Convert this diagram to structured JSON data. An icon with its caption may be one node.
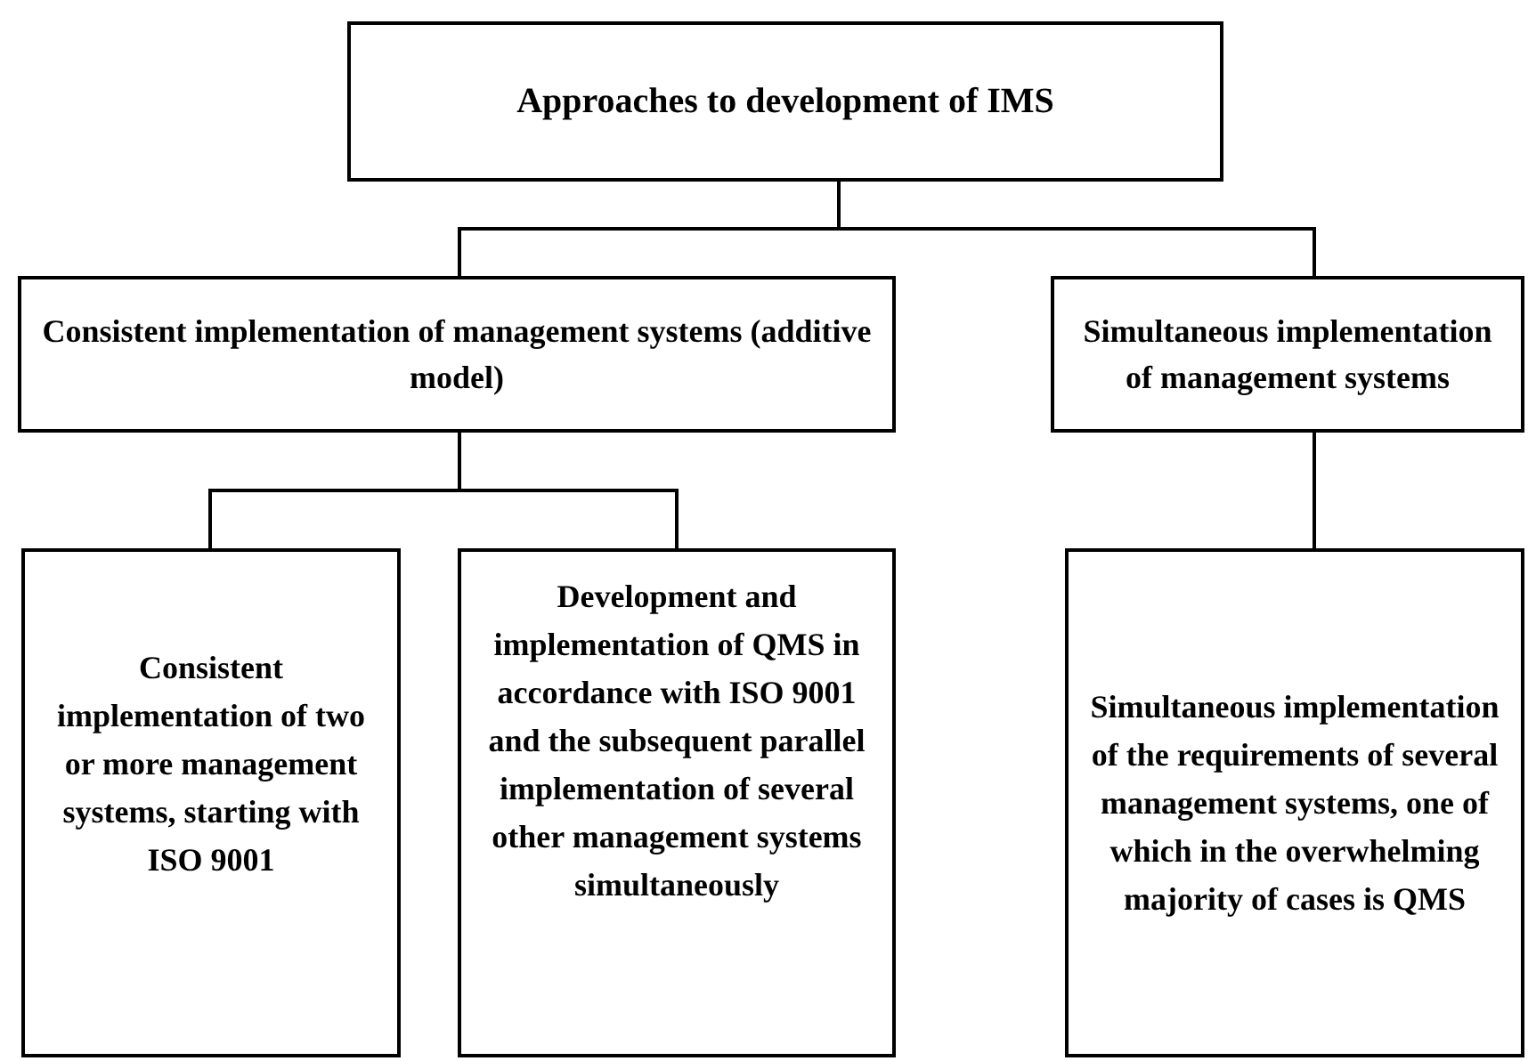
{
  "diagram": {
    "nodes": [
      {
        "text": [
          "Approaches to development  of IMS"
        ]
      },
      {
        "text": [
          "Consistent implementation of management systems (additive model)"
        ]
      },
      {
        "text": [
          "Simultaneous implementation of management systems"
        ]
      },
      {
        "text": [
          "Consistent implementation of two or more management systems, starting with ISO 9001"
        ]
      },
      {
        "text": [
          "Development and implementation of QMS in accordance with ISO 9001 and the subsequent parallel implementation of several other management systems simultaneously"
        ]
      },
      {
        "text": [
          "Simultaneous implementation of the requirements  of several management systems, one of which  in the overwhelming  majority of cases is QMS"
        ]
      }
    ],
    "edges": [
      {
        "from": 0,
        "to": 1,
        "arrow": "none"
      },
      {
        "from": 0,
        "to": 2,
        "arrow": "none"
      },
      {
        "from": 1,
        "to": 3,
        "arrow": "none"
      },
      {
        "from": 1,
        "to": 4,
        "arrow": "none"
      },
      {
        "from": 2,
        "to": 5,
        "arrow": "none"
      }
    ]
  }
}
